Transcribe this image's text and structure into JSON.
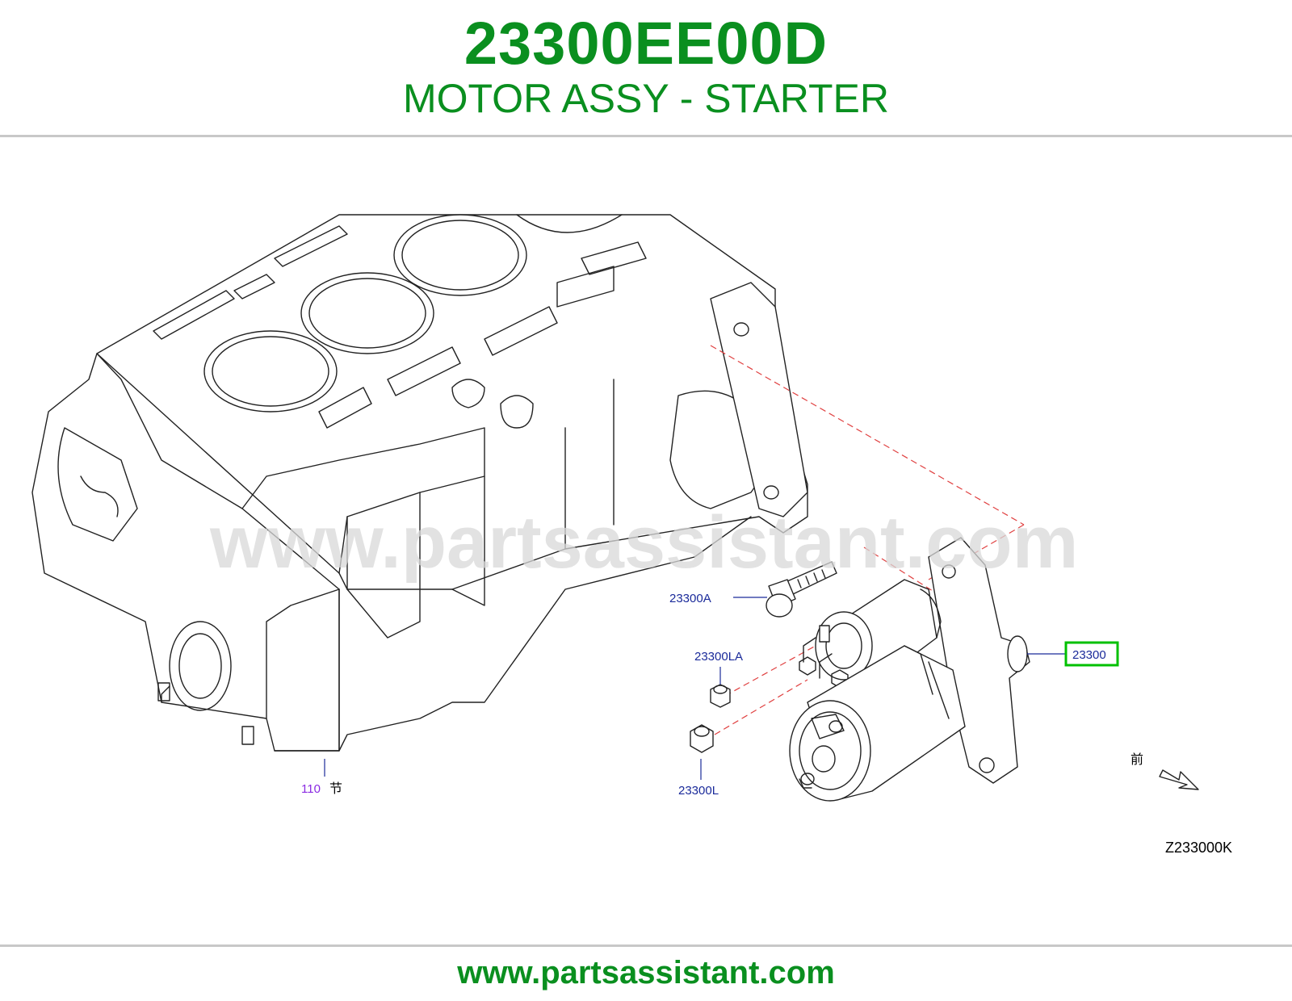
{
  "header": {
    "part_number": "23300EE00D",
    "description": "MOTOR ASSY - STARTER"
  },
  "diagram": {
    "watermark": "www.partsassistant.com",
    "callouts": {
      "bolt": "23300A",
      "nut_la": "23300LA",
      "nut_l": "23300L",
      "starter": "23300",
      "block_ref_num": "110",
      "block_ref_char": "节"
    },
    "front_marker": "前",
    "diagram_code": "Z233000K",
    "highlight_color": "#00c000"
  },
  "footer": {
    "url": "www.partsassistant.com"
  }
}
